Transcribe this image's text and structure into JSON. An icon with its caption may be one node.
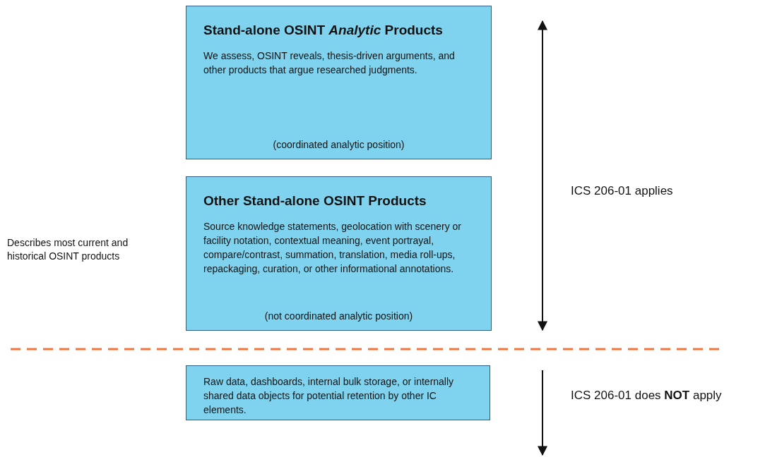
{
  "diagram": {
    "nodes": [
      {
        "text": [
          "Stand-alone OSINT *Analytic* Products",
          "We assess, OSINT reveals, thesis-driven arguments, and other products that argue researched judgments.",
          "(coordinated analytic position)"
        ]
      },
      {
        "text": [
          "Other Stand-alone OSINT Products",
          "Source knowledge statements, geolocation with scenery or facility notation, contextual meaning, event portrayal, compare/contrast, summation, translation, media roll-ups, repackaging, curation, or other informational annotations.",
          "(not coordinated analytic position)"
        ]
      },
      {
        "text": [
          "Raw data, dashboards, internal bulk storage, or internally shared data objects for potential retention by other IC elements."
        ]
      }
    ],
    "edges": [],
    "labels": [
      "Describes most current and historical OSINT products",
      "ICS 206-01 applies",
      "ICS 206-01 does **NOT** apply"
    ]
  }
}
